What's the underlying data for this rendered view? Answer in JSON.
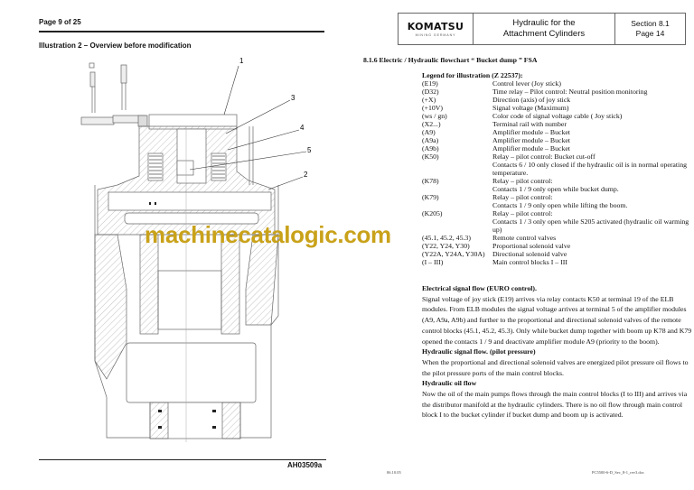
{
  "header": {
    "page_of": "Page 9 of 25",
    "logo": "KOMATSU",
    "logo_sub": "MINING GERMANY",
    "title_line1": "Hydraulic for the",
    "title_line2": "Attachment Cylinders",
    "section": "Section 8.1",
    "page": "Page 14"
  },
  "illustration": {
    "title": "Illustration 2 – Overview before modification",
    "callouts": [
      "1",
      "3",
      "4",
      "5",
      "2"
    ],
    "drawing_id": "AH03509a"
  },
  "section_heading": "8.1.6 Electric / Hydraulic flowchart “ Bucket dump ” FSA",
  "legend": {
    "title": "Legend for illustration (Z 22537):",
    "items": [
      {
        "code": "(E19)",
        "desc": "Control lever (Joy stick)"
      },
      {
        "code": "(D32)",
        "desc": "Time relay – Pilot control: Neutral position monitoring"
      },
      {
        "code": "(+X)",
        "desc": "Direction (axis) of joy stick"
      },
      {
        "code": "(+10V)",
        "desc": "Signal voltage (Maximum)"
      },
      {
        "code": "(ws / gn)",
        "desc": "Color code of signal voltage cable ( Joy stick)"
      },
      {
        "code": "(X2...)",
        "desc": "Terminal rail with number"
      },
      {
        "code": "(A9)",
        "desc": "Amplifier module – Bucket"
      },
      {
        "code": "(A9a)",
        "desc": "Amplifier module – Bucket"
      },
      {
        "code": "(A9b)",
        "desc": "Amplifier module – Bucket"
      },
      {
        "code": "(K50)",
        "desc": "Relay – pilot control: Bucket cut-off",
        "desc2": "Contacts 6 / 10 only closed if the hydraulic oil is in normal operating temperature."
      },
      {
        "code": "(K78)",
        "desc": "Relay – pilot control:",
        "desc2": "Contacts 1 / 9 only open while bucket dump."
      },
      {
        "code": "(K79)",
        "desc": "Relay – pilot control:",
        "desc2": "Contacts 1 / 9 only open while lifting the boom."
      },
      {
        "code": "(K205)",
        "desc": "Relay – pilot control:",
        "desc2": "Contacts 1 / 3 only open while S205 activated (hydraulic oil warming up)"
      },
      {
        "code": "(45.1, 45.2, 45.3)",
        "desc": "Remote control valves"
      },
      {
        "code": "(Y22, Y24, Y30)",
        "desc": "Proportional solenoid valve"
      },
      {
        "code": "(Y22A, Y24A, Y30A)",
        "desc": "Directional solenoid valve"
      },
      {
        "code": "(I – III)",
        "desc": "Main control blocks I – III"
      }
    ]
  },
  "body": {
    "electrical_heading": "Electrical signal flow (EURO control).",
    "electrical_text": "Signal voltage of joy stick (E19) arrives via relay contacts K50 at terminal 19 of the ELB modules. From ELB modules the signal voltage arrives at terminal 5 of the amplifier modules (A9, A9a, A9b) and further to the proportional and directional solenoid valves of the remote control blocks (45.1, 45.2, 45.3). Only while bucket dump together with boom up K78 and K79 opened the contacts 1 / 9 and deactivate amplifier module A9 (priority to the boom).",
    "hydraulic_signal_heading": "Hydraulic signal flow. (pilot pressure)",
    "hydraulic_signal_text": "When the proportional and directional solenoid valves are energized pilot pressure oil flows to the pilot pressure ports of the main control blocks.",
    "hydraulic_oil_heading": "Hydraulic oil flow",
    "hydraulic_oil_text": "Now the oil of the main pumps flows through the main control blocks (I to III) and arrives via the distributor manifold at the hydraulic cylinders. There is no oil flow through main control block I to the bucket cylinder if bucket dump and boom up is activated."
  },
  "footer": {
    "date": "06.10.05",
    "filename": "PC5500-6-D_Sec_8-1_rev3.doc"
  },
  "watermark": "machinecatalogic.com",
  "colors": {
    "watermark": "#c9a21a"
  }
}
